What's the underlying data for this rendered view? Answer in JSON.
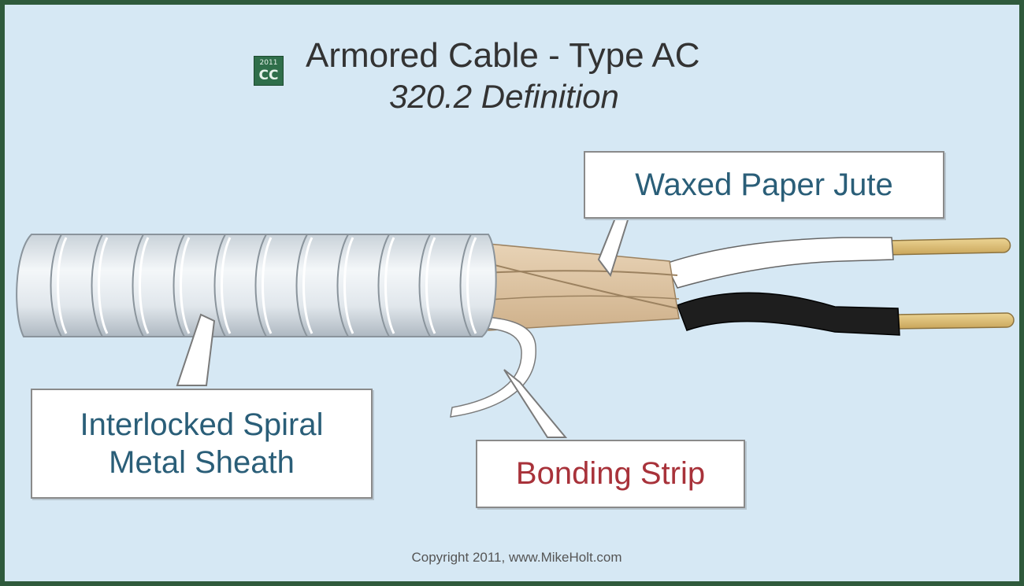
{
  "header": {
    "title": "Armored Cable - Type AC",
    "subtitle": "320.2 Definition",
    "badge_top": "2011",
    "badge_bottom": "CC"
  },
  "labels": {
    "waxed_paper_jute": "Waxed Paper Jute",
    "sheath_line1": "Interlocked Spiral",
    "sheath_line2": "Metal Sheath",
    "bonding_strip": "Bonding Strip"
  },
  "footer": {
    "copyright": "Copyright 2011, www.MikeHolt.com"
  },
  "colors": {
    "background": "#d6e8f4",
    "frame": "#2f5a3c",
    "label_blue": "#2a5e78",
    "label_red": "#a8323a",
    "jute": "#d9bf9c",
    "copper": "#d9b96f",
    "white_insulation": "#ffffff",
    "black_insulation": "#1e1e1e",
    "metal": "#e9eef2"
  }
}
